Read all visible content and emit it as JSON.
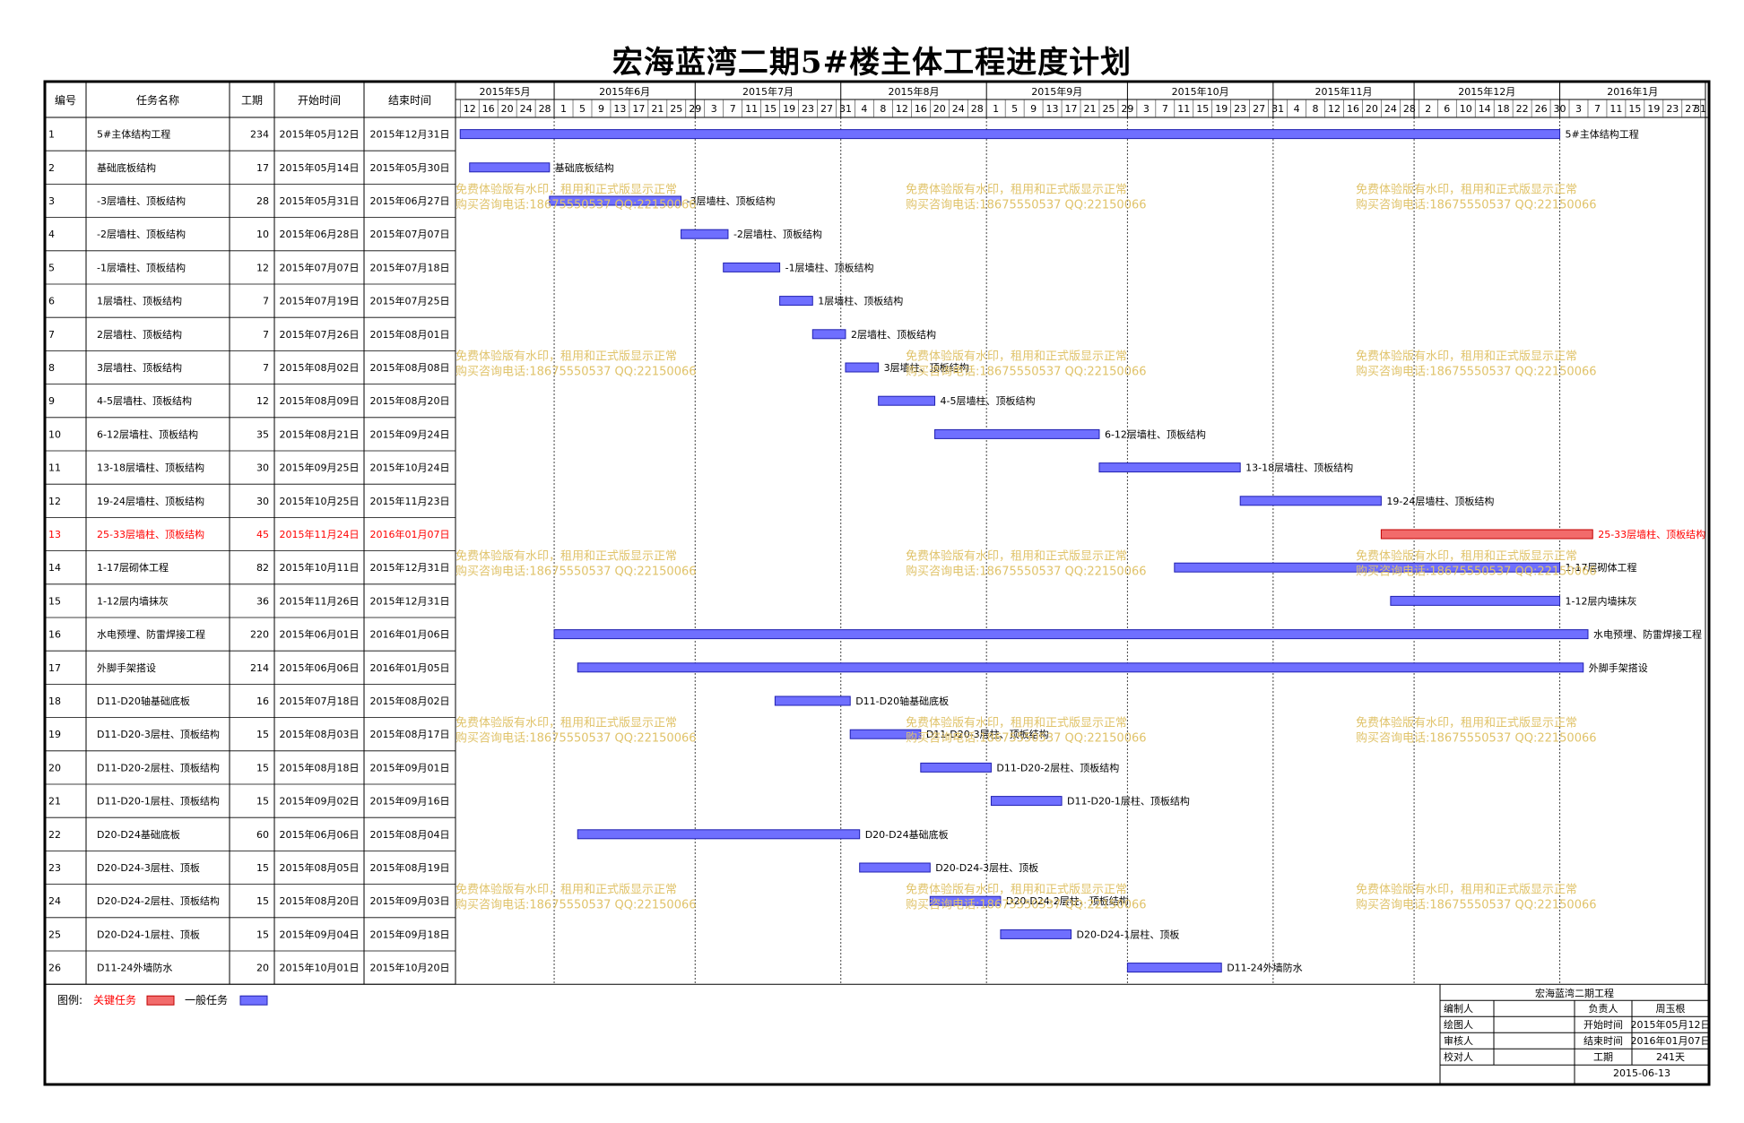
{
  "page_title": "宏海蓝湾二期5#楼主体工程进度计划",
  "headers": {
    "id": "编号",
    "name": "任务名称",
    "duration": "工期",
    "start": "开始时间",
    "end": "结束时间"
  },
  "colors": {
    "critical": "#ff4444",
    "normal": "#5b5bff",
    "watermark": "#e0c36a",
    "critical_text": "#ff0000",
    "bar_fill_normal": "#6f6fff",
    "bar_fill_critical": "#f26b6b"
  },
  "chart_data": {
    "type": "gantt",
    "timeline_start": "2015-05-11",
    "timeline_end": "2016-01-31",
    "months": [
      {
        "label": "2015年5月",
        "start": "2015-05-11",
        "end": "2015-05-31"
      },
      {
        "label": "2015年6月",
        "start": "2015-06-01",
        "end": "2015-06-30"
      },
      {
        "label": "2015年7月",
        "start": "2015-07-01",
        "end": "2015-07-31"
      },
      {
        "label": "2015年8月",
        "start": "2015-08-01",
        "end": "2015-08-31"
      },
      {
        "label": "2015年9月",
        "start": "2015-09-01",
        "end": "2015-09-30"
      },
      {
        "label": "2015年10月",
        "start": "2015-10-01",
        "end": "2015-10-31"
      },
      {
        "label": "2015年11月",
        "start": "2015-11-01",
        "end": "2015-11-30"
      },
      {
        "label": "2015年12月",
        "start": "2015-12-01",
        "end": "2015-12-31"
      },
      {
        "label": "2016年1月",
        "start": "2016-01-01",
        "end": "2016-01-31"
      }
    ],
    "day_ticks": [
      {
        "label": "12",
        "date": "2015-05-12"
      },
      {
        "label": "16",
        "date": "2015-05-16"
      },
      {
        "label": "20",
        "date": "2015-05-20"
      },
      {
        "label": "24",
        "date": "2015-05-24"
      },
      {
        "label": "28",
        "date": "2015-05-28"
      },
      {
        "label": "1",
        "date": "2015-06-01"
      },
      {
        "label": "5",
        "date": "2015-06-05"
      },
      {
        "label": "9",
        "date": "2015-06-09"
      },
      {
        "label": "13",
        "date": "2015-06-13"
      },
      {
        "label": "17",
        "date": "2015-06-17"
      },
      {
        "label": "21",
        "date": "2015-06-21"
      },
      {
        "label": "25",
        "date": "2015-06-25"
      },
      {
        "label": "29",
        "date": "2015-06-29"
      },
      {
        "label": "3",
        "date": "2015-07-03"
      },
      {
        "label": "7",
        "date": "2015-07-07"
      },
      {
        "label": "11",
        "date": "2015-07-11"
      },
      {
        "label": "15",
        "date": "2015-07-15"
      },
      {
        "label": "19",
        "date": "2015-07-19"
      },
      {
        "label": "23",
        "date": "2015-07-23"
      },
      {
        "label": "27",
        "date": "2015-07-27"
      },
      {
        "label": "31",
        "date": "2015-07-31"
      },
      {
        "label": "4",
        "date": "2015-08-04"
      },
      {
        "label": "8",
        "date": "2015-08-08"
      },
      {
        "label": "12",
        "date": "2015-08-12"
      },
      {
        "label": "16",
        "date": "2015-08-16"
      },
      {
        "label": "20",
        "date": "2015-08-20"
      },
      {
        "label": "24",
        "date": "2015-08-24"
      },
      {
        "label": "28",
        "date": "2015-08-28"
      },
      {
        "label": "1",
        "date": "2015-09-01"
      },
      {
        "label": "5",
        "date": "2015-09-05"
      },
      {
        "label": "9",
        "date": "2015-09-09"
      },
      {
        "label": "13",
        "date": "2015-09-13"
      },
      {
        "label": "17",
        "date": "2015-09-17"
      },
      {
        "label": "21",
        "date": "2015-09-21"
      },
      {
        "label": "25",
        "date": "2015-09-25"
      },
      {
        "label": "29",
        "date": "2015-09-29"
      },
      {
        "label": "3",
        "date": "2015-10-03"
      },
      {
        "label": "7",
        "date": "2015-10-07"
      },
      {
        "label": "11",
        "date": "2015-10-11"
      },
      {
        "label": "15",
        "date": "2015-10-15"
      },
      {
        "label": "19",
        "date": "2015-10-19"
      },
      {
        "label": "23",
        "date": "2015-10-23"
      },
      {
        "label": "27",
        "date": "2015-10-27"
      },
      {
        "label": "31",
        "date": "2015-10-31"
      },
      {
        "label": "4",
        "date": "2015-11-04"
      },
      {
        "label": "8",
        "date": "2015-11-08"
      },
      {
        "label": "12",
        "date": "2015-11-12"
      },
      {
        "label": "16",
        "date": "2015-11-16"
      },
      {
        "label": "20",
        "date": "2015-11-20"
      },
      {
        "label": "24",
        "date": "2015-11-24"
      },
      {
        "label": "28",
        "date": "2015-11-28"
      },
      {
        "label": "2",
        "date": "2015-12-02"
      },
      {
        "label": "6",
        "date": "2015-12-06"
      },
      {
        "label": "10",
        "date": "2015-12-10"
      },
      {
        "label": "14",
        "date": "2015-12-14"
      },
      {
        "label": "18",
        "date": "2015-12-18"
      },
      {
        "label": "22",
        "date": "2015-12-22"
      },
      {
        "label": "26",
        "date": "2015-12-26"
      },
      {
        "label": "30",
        "date": "2015-12-30"
      },
      {
        "label": "3",
        "date": "2016-01-03"
      },
      {
        "label": "7",
        "date": "2016-01-07"
      },
      {
        "label": "11",
        "date": "2016-01-11"
      },
      {
        "label": "15",
        "date": "2016-01-15"
      },
      {
        "label": "19",
        "date": "2016-01-19"
      },
      {
        "label": "23",
        "date": "2016-01-23"
      },
      {
        "label": "27",
        "date": "2016-01-27"
      },
      {
        "label": "31",
        "date": "2016-01-31"
      }
    ],
    "tasks": [
      {
        "id": "1",
        "name": "5#主体结构工程",
        "duration": "234",
        "start_text": "2015年05月12日",
        "end_text": "2015年12月31日",
        "start": "2015-05-12",
        "end": "2015-12-31",
        "critical": false
      },
      {
        "id": "2",
        "name": "基础底板结构",
        "duration": "17",
        "start_text": "2015年05月14日",
        "end_text": "2015年05月30日",
        "start": "2015-05-14",
        "end": "2015-05-30",
        "critical": false
      },
      {
        "id": "3",
        "name": "-3层墙柱、顶板结构",
        "duration": "28",
        "start_text": "2015年05月31日",
        "end_text": "2015年06月27日",
        "start": "2015-05-31",
        "end": "2015-06-27",
        "critical": false
      },
      {
        "id": "4",
        "name": "-2层墙柱、顶板结构",
        "duration": "10",
        "start_text": "2015年06月28日",
        "end_text": "2015年07月07日",
        "start": "2015-06-28",
        "end": "2015-07-07",
        "critical": false
      },
      {
        "id": "5",
        "name": "-1层墙柱、顶板结构",
        "duration": "12",
        "start_text": "2015年07月07日",
        "end_text": "2015年07月18日",
        "start": "2015-07-07",
        "end": "2015-07-18",
        "critical": false
      },
      {
        "id": "6",
        "name": "1层墙柱、顶板结构",
        "duration": "7",
        "start_text": "2015年07月19日",
        "end_text": "2015年07月25日",
        "start": "2015-07-19",
        "end": "2015-07-25",
        "critical": false
      },
      {
        "id": "7",
        "name": "2层墙柱、顶板结构",
        "duration": "7",
        "start_text": "2015年07月26日",
        "end_text": "2015年08月01日",
        "start": "2015-07-26",
        "end": "2015-08-01",
        "critical": false
      },
      {
        "id": "8",
        "name": "3层墙柱、顶板结构",
        "duration": "7",
        "start_text": "2015年08月02日",
        "end_text": "2015年08月08日",
        "start": "2015-08-02",
        "end": "2015-08-08",
        "critical": false
      },
      {
        "id": "9",
        "name": "4-5层墙柱、顶板结构",
        "duration": "12",
        "start_text": "2015年08月09日",
        "end_text": "2015年08月20日",
        "start": "2015-08-09",
        "end": "2015-08-20",
        "critical": false
      },
      {
        "id": "10",
        "name": "6-12层墙柱、顶板结构",
        "duration": "35",
        "start_text": "2015年08月21日",
        "end_text": "2015年09月24日",
        "start": "2015-08-21",
        "end": "2015-09-24",
        "critical": false
      },
      {
        "id": "11",
        "name": "13-18层墙柱、顶板结构",
        "duration": "30",
        "start_text": "2015年09月25日",
        "end_text": "2015年10月24日",
        "start": "2015-09-25",
        "end": "2015-10-24",
        "critical": false
      },
      {
        "id": "12",
        "name": "19-24层墙柱、顶板结构",
        "duration": "30",
        "start_text": "2015年10月25日",
        "end_text": "2015年11月23日",
        "start": "2015-10-25",
        "end": "2015-11-23",
        "critical": false
      },
      {
        "id": "13",
        "name": "25-33层墙柱、顶板结构",
        "duration": "45",
        "start_text": "2015年11月24日",
        "end_text": "2016年01月07日",
        "start": "2015-11-24",
        "end": "2016-01-07",
        "critical": true
      },
      {
        "id": "14",
        "name": "1-17层砌体工程",
        "duration": "82",
        "start_text": "2015年10月11日",
        "end_text": "2015年12月31日",
        "start": "2015-10-11",
        "end": "2015-12-31",
        "critical": false
      },
      {
        "id": "15",
        "name": "1-12层内墙抹灰",
        "duration": "36",
        "start_text": "2015年11月26日",
        "end_text": "2015年12月31日",
        "start": "2015-11-26",
        "end": "2015-12-31",
        "critical": false
      },
      {
        "id": "16",
        "name": "水电预埋、防雷焊接工程",
        "duration": "220",
        "start_text": "2015年06月01日",
        "end_text": "2016年01月06日",
        "start": "2015-06-01",
        "end": "2016-01-06",
        "critical": false
      },
      {
        "id": "17",
        "name": "外脚手架搭设",
        "duration": "214",
        "start_text": "2015年06月06日",
        "end_text": "2016年01月05日",
        "start": "2015-06-06",
        "end": "2016-01-05",
        "critical": false
      },
      {
        "id": "18",
        "name": "D11-D20轴基础底板",
        "duration": "16",
        "start_text": "2015年07月18日",
        "end_text": "2015年08月02日",
        "start": "2015-07-18",
        "end": "2015-08-02",
        "critical": false
      },
      {
        "id": "19",
        "name": "D11-D20-3层柱、顶板结构",
        "duration": "15",
        "start_text": "2015年08月03日",
        "end_text": "2015年08月17日",
        "start": "2015-08-03",
        "end": "2015-08-17",
        "critical": false
      },
      {
        "id": "20",
        "name": "D11-D20-2层柱、顶板结构",
        "duration": "15",
        "start_text": "2015年08月18日",
        "end_text": "2015年09月01日",
        "start": "2015-08-18",
        "end": "2015-09-01",
        "critical": false
      },
      {
        "id": "21",
        "name": "D11-D20-1层柱、顶板结构",
        "duration": "15",
        "start_text": "2015年09月02日",
        "end_text": "2015年09月16日",
        "start": "2015-09-02",
        "end": "2015-09-16",
        "critical": false
      },
      {
        "id": "22",
        "name": "D20-D24基础底板",
        "duration": "60",
        "start_text": "2015年06月06日",
        "end_text": "2015年08月04日",
        "start": "2015-06-06",
        "end": "2015-08-04",
        "critical": false
      },
      {
        "id": "23",
        "name": "D20-D24-3层柱、顶板",
        "duration": "15",
        "start_text": "2015年08月05日",
        "end_text": "2015年08月19日",
        "start": "2015-08-05",
        "end": "2015-08-19",
        "critical": false
      },
      {
        "id": "24",
        "name": "D20-D24-2层柱、顶板结构",
        "duration": "15",
        "start_text": "2015年08月20日",
        "end_text": "2015年09月03日",
        "start": "2015-08-20",
        "end": "2015-09-03",
        "critical": false
      },
      {
        "id": "25",
        "name": "D20-D24-1层柱、顶板",
        "duration": "15",
        "start_text": "2015年09月04日",
        "end_text": "2015年09月18日",
        "start": "2015-09-04",
        "end": "2015-09-18",
        "critical": false
      },
      {
        "id": "26",
        "name": "D11-24外墙防水",
        "duration": "20",
        "start_text": "2015年10月01日",
        "end_text": "2015年10月20日",
        "start": "2015-10-01",
        "end": "2015-10-20",
        "critical": false
      }
    ]
  },
  "watermark": {
    "line1": "免费体验版有水印，租用和正式版显示正常",
    "line2": "购买咨询电话:18675550537 QQ:22150066"
  },
  "legend": {
    "prefix": "图例:",
    "critical_label": "关键任务",
    "normal_label": "一般任务"
  },
  "info_box": {
    "project": "宏海蓝湾二期工程",
    "rows": [
      {
        "k1": "编制人",
        "v1": "",
        "k2": "负责人",
        "v2": "周玉根"
      },
      {
        "k1": "绘图人",
        "v1": "",
        "k2": "开始时间",
        "v2": "2015年05月12日"
      },
      {
        "k1": "审核人",
        "v1": "",
        "k2": "结束时间",
        "v2": "2016年01月07日"
      },
      {
        "k1": "校对人",
        "v1": "",
        "k2": "工期",
        "v2": "241天"
      }
    ],
    "date": "2015-06-13"
  }
}
